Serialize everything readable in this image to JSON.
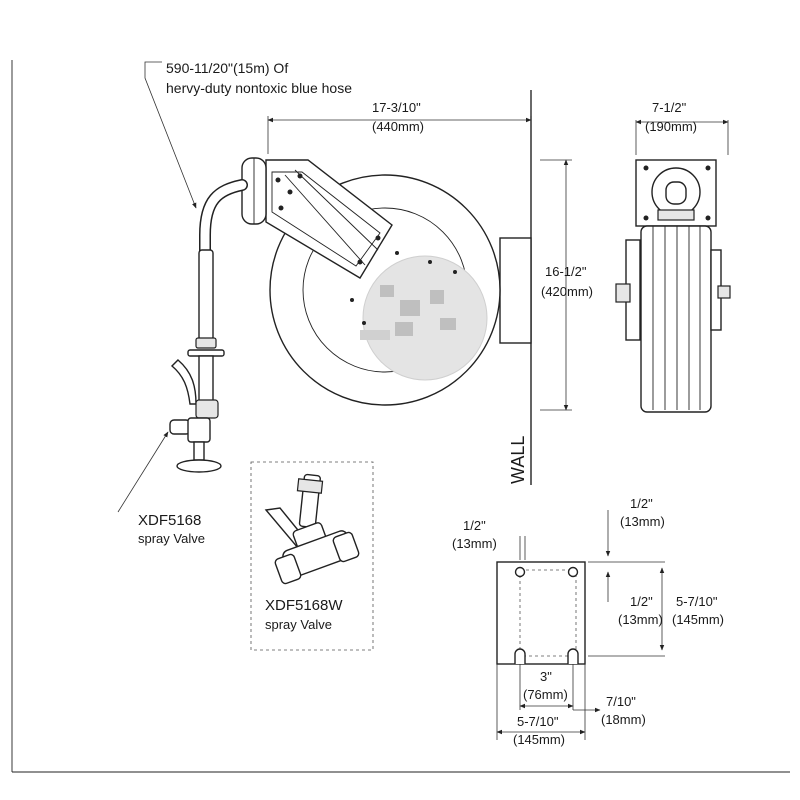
{
  "hose_note": {
    "line1": "590-11/20\"(15m) Of",
    "line2": "hervy-duty nontoxic blue hose"
  },
  "front_view": {
    "width_in": "17-3/10\"",
    "width_mm": "(440mm)",
    "height_in": "16-1/2\"",
    "height_mm": "(420mm)",
    "wall_label": "WALL"
  },
  "side_view": {
    "width_in": "7-1/2\"",
    "width_mm": "(190mm)"
  },
  "spray_valve": {
    "model": "XDF5168",
    "desc": "spray Valve"
  },
  "spray_valve_w": {
    "model": "XDF5168W",
    "desc": "spray Valve"
  },
  "base_plate": {
    "top_right_in": "1/2\"",
    "top_right_mm": "(13mm)",
    "top_left_in": "1/2\"",
    "top_left_mm": "(13mm)",
    "mid_in": "1/2\"",
    "mid_mm": "(13mm)",
    "height_in": "5-7/10\"",
    "height_mm": "(145mm)",
    "slot_in": "3\"",
    "slot_mm": "(76mm)",
    "margin_in": "7/10\"",
    "margin_mm": "(18mm)",
    "width_in": "5-7/10\"",
    "width_mm": "(145mm)"
  }
}
